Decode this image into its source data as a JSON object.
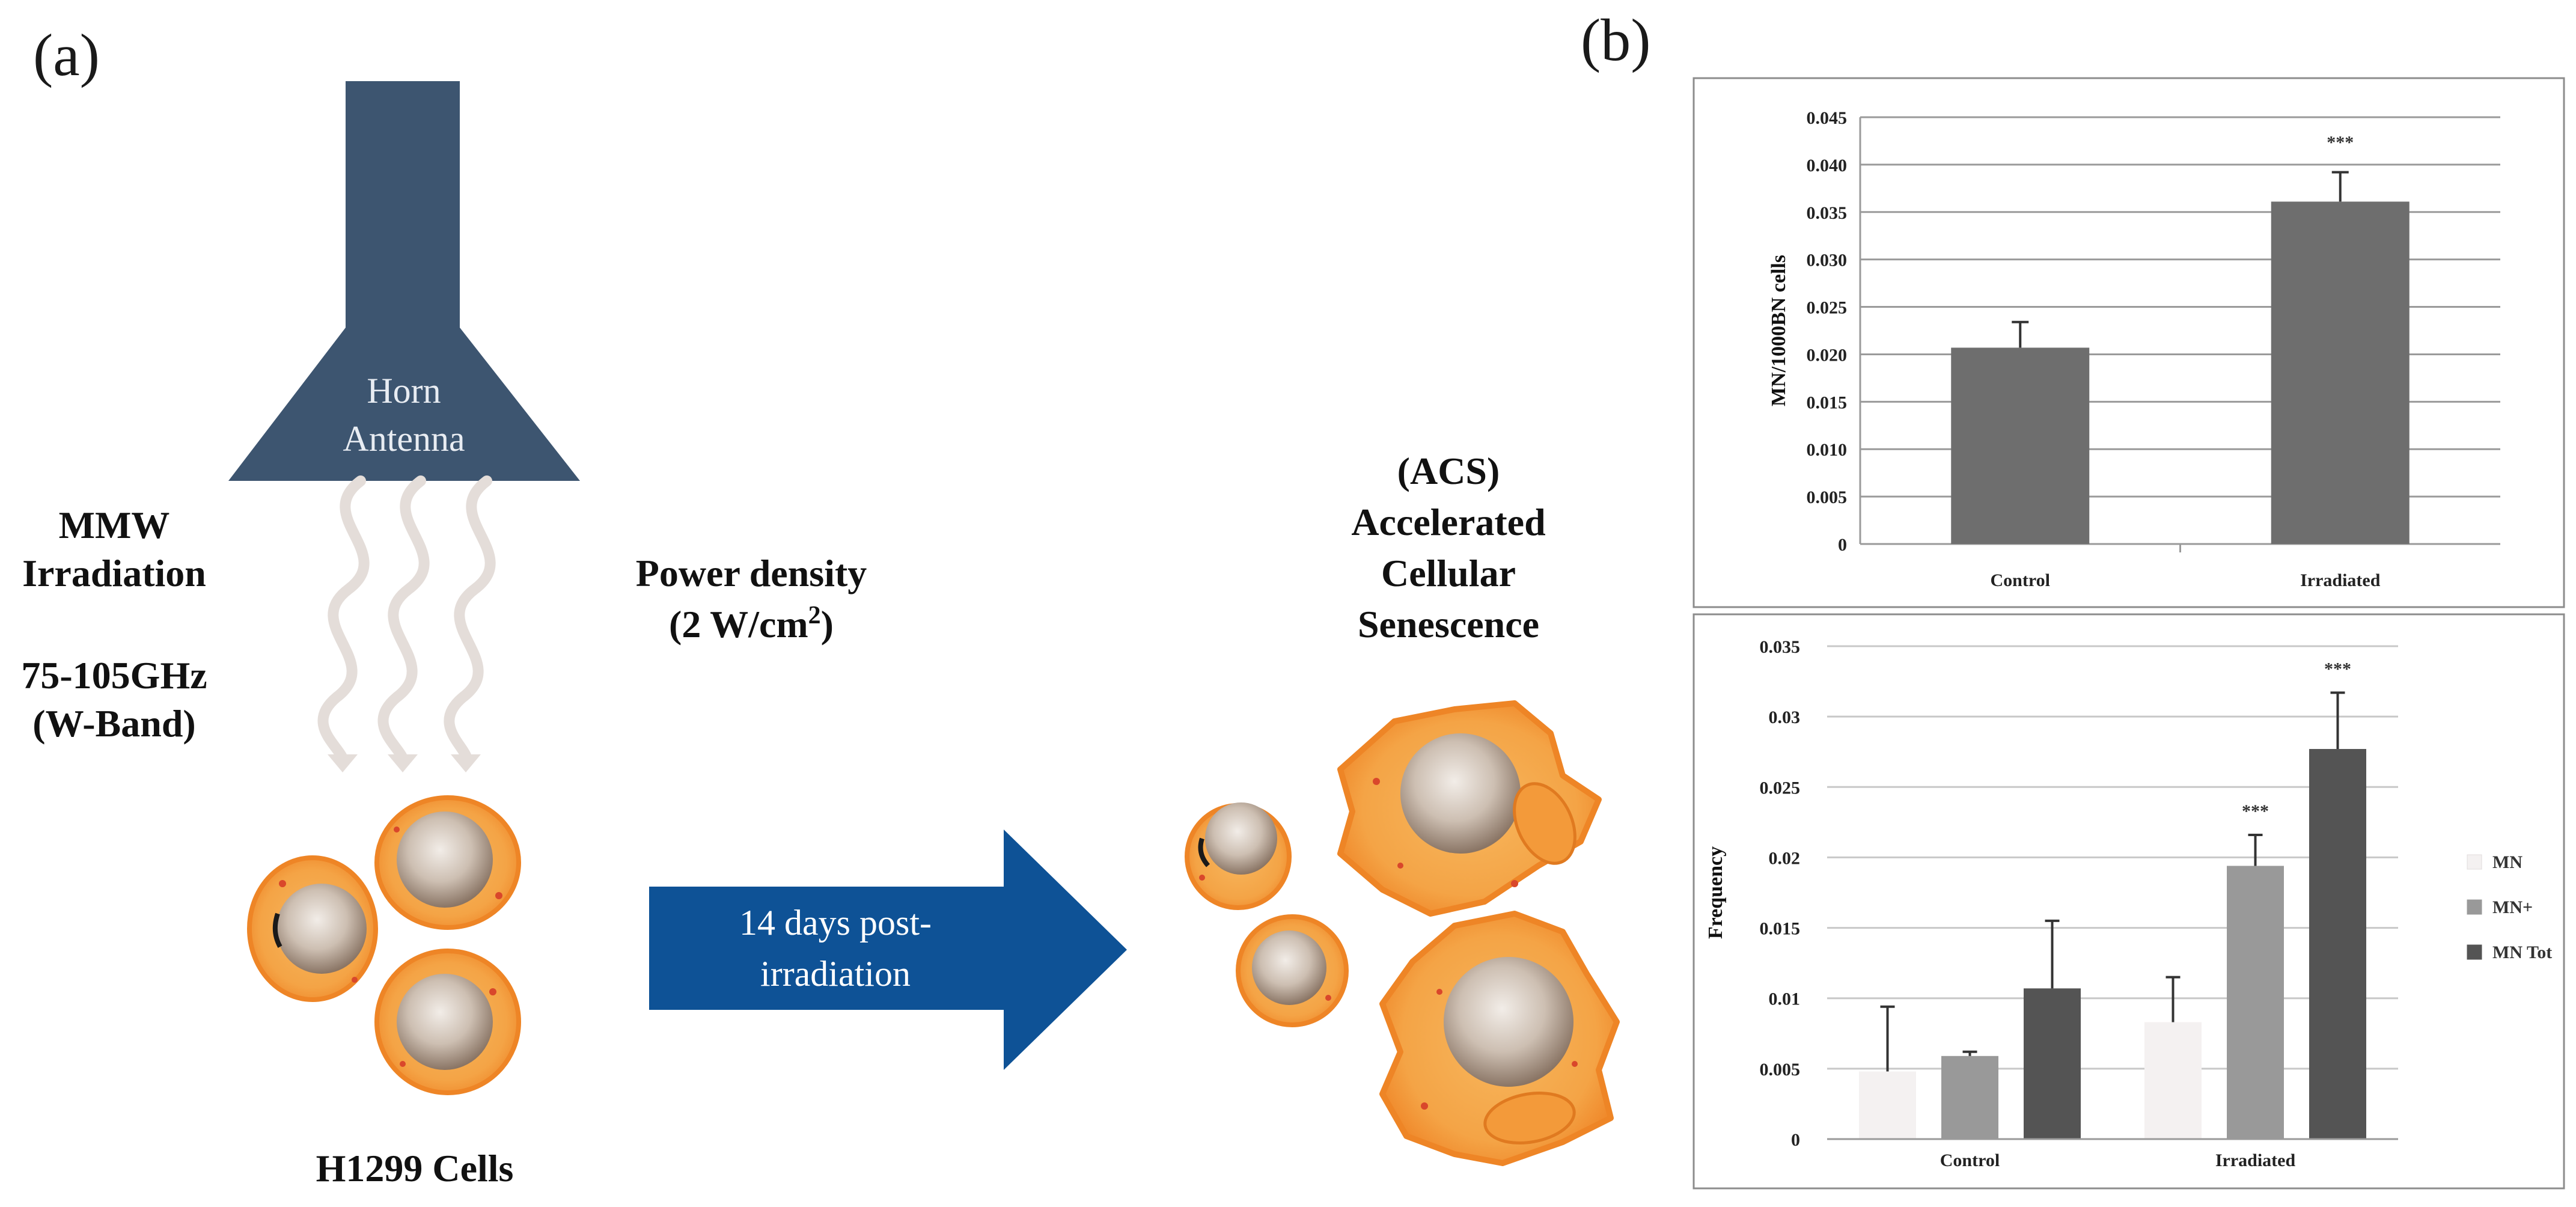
{
  "panel_a": {
    "label": "(a)",
    "antenna_line1": "Horn",
    "antenna_line2": "Antenna",
    "mmw_line1": "MMW",
    "mmw_line2": "Irradiation",
    "freq_line1": "75-105GHz",
    "freq_line2": "(W-Band)",
    "power_line1": "Power density",
    "power_line2_main": "(2 W/cm",
    "power_line2_sup": "2",
    "power_line2_end": ")",
    "cells_label": "H1299 Cells",
    "arrow_line1": "14 days post-",
    "arrow_line2": "irradiation",
    "acs_line1": "(ACS)",
    "acs_line2": "Accelerated",
    "acs_line3": "Cellular",
    "acs_line4": "Senescence",
    "colors": {
      "antenna": "#3d5570",
      "arrow": "#0e5296",
      "cell_outer": "#f39a3a",
      "cell_inner": "#f6b25a",
      "nucleus": "#b9a89a"
    }
  },
  "panel_b": {
    "label": "(b)"
  },
  "chart_data": [
    {
      "type": "bar",
      "ylabel": "MN/1000BN cells",
      "categories": [
        "Control",
        "Irradiated"
      ],
      "values": [
        0.0207,
        0.0361
      ],
      "errors": [
        0.0027,
        0.0031
      ],
      "significance": [
        "",
        "***"
      ],
      "ylim": [
        0,
        0.045
      ],
      "yticks": [
        "0",
        "0.005",
        "0.010",
        "0.015",
        "0.020",
        "0.025",
        "0.030",
        "0.035",
        "0.040",
        "0.045"
      ],
      "grid": true,
      "color": "#6e6e6e"
    },
    {
      "type": "bar",
      "ylabel": "Frequency",
      "categories": [
        "Control",
        "Irradiated"
      ],
      "series": [
        {
          "name": "MN",
          "values": [
            0.0048,
            0.0083
          ],
          "errors": [
            0.0046,
            0.0032
          ],
          "significance": [
            "",
            ""
          ],
          "color": "#f4f1f1"
        },
        {
          "name": "MN+",
          "values": [
            0.0059,
            0.0194
          ],
          "errors": [
            0.0003,
            0.0022
          ],
          "significance": [
            "",
            "***"
          ],
          "color": "#999999"
        },
        {
          "name": "MN Tot",
          "values": [
            0.0107,
            0.0277
          ],
          "errors": [
            0.0048,
            0.004
          ],
          "significance": [
            "",
            "***"
          ],
          "color": "#545454"
        }
      ],
      "ylim": [
        0,
        0.035
      ],
      "yticks": [
        "0",
        "0.005",
        "0.01",
        "0.015",
        "0.02",
        "0.025",
        "0.03",
        "0.035"
      ],
      "grid": true,
      "legend": "right"
    }
  ]
}
